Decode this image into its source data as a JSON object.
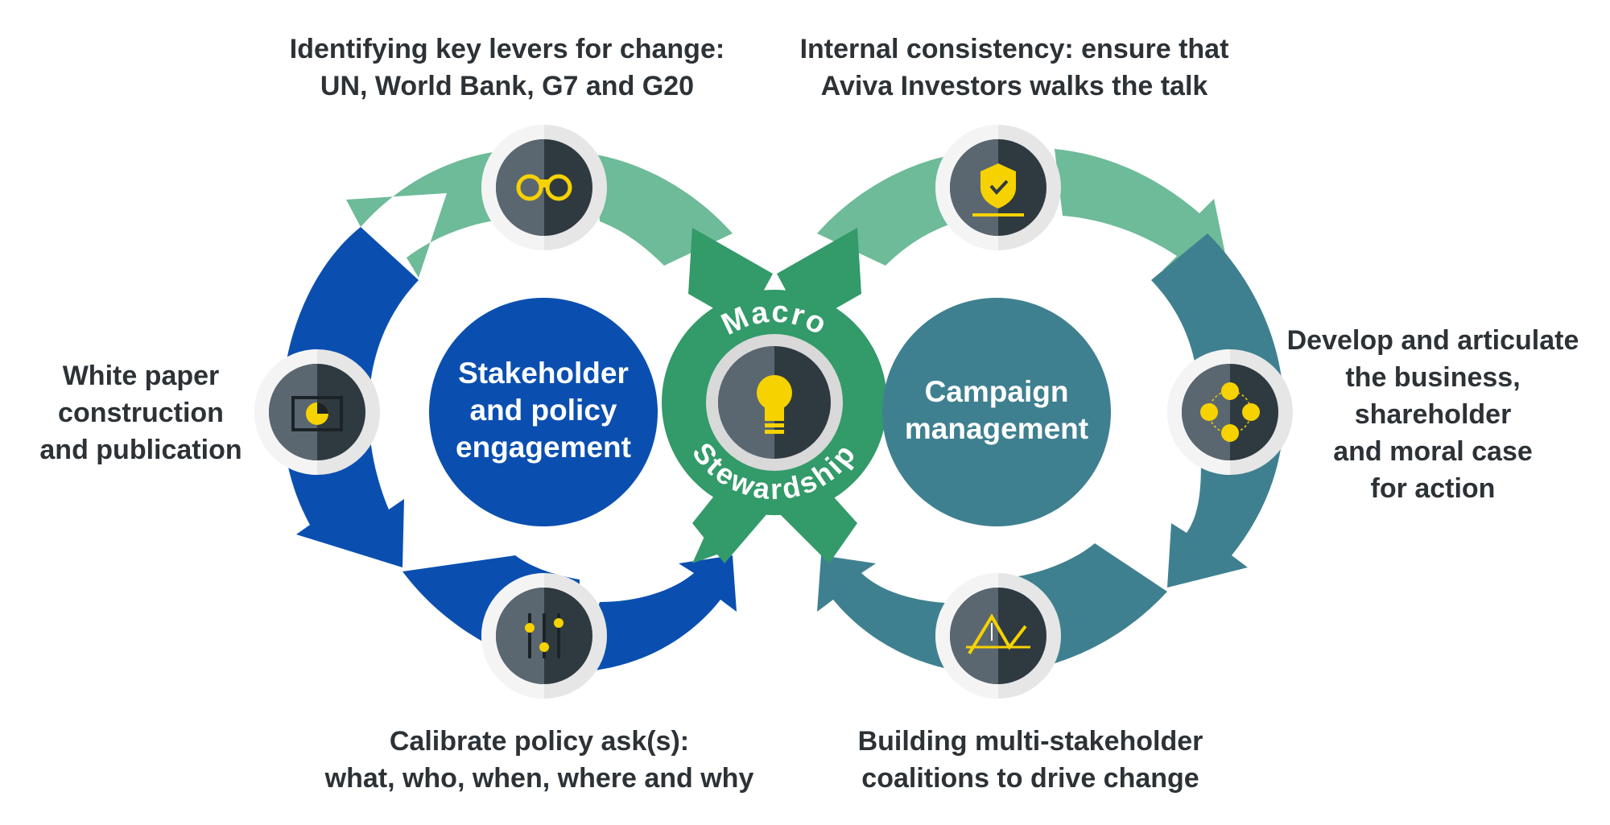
{
  "colors": {
    "blue": "#0a4fb0",
    "light_green": "#6dbb98",
    "teal": "#3f8090",
    "center_green": "#339a69",
    "icon_dark": "#2f3a40",
    "icon_mid": "#5b6770",
    "accent_yellow": "#f6d200",
    "text": "#2c3236"
  },
  "center": {
    "arc_top": "Macro",
    "arc_bottom": "Stewardship",
    "icon": "lightbulb-icon"
  },
  "left_hub": {
    "lines": [
      "Stakeholder",
      "and policy",
      "engagement"
    ]
  },
  "right_hub": {
    "lines": [
      "Campaign",
      "management"
    ]
  },
  "labels": {
    "top_left": [
      "Identifying key levers for change:",
      "UN, World Bank, G7 and G20"
    ],
    "top_right": [
      "Internal consistency: ensure that",
      "Aviva Investors walks the talk"
    ],
    "left": [
      "White paper",
      "construction",
      "and publication"
    ],
    "right": [
      "Develop and articulate",
      "the business,",
      "shareholder",
      "and moral case",
      "for action"
    ],
    "bottom_left": [
      "Calibrate policy ask(s):",
      "what, who, when, where and why"
    ],
    "bottom_right": [
      "Building multi-stakeholder",
      "coalitions to drive change"
    ]
  },
  "icons": {
    "top_left": "binoculars-icon",
    "top_right": "shield-check-hand-icon",
    "left": "briefcase-pie-chart-icon",
    "right": "people-network-icon",
    "bottom_left": "sliders-icon",
    "bottom_right": "line-graph-icon"
  }
}
